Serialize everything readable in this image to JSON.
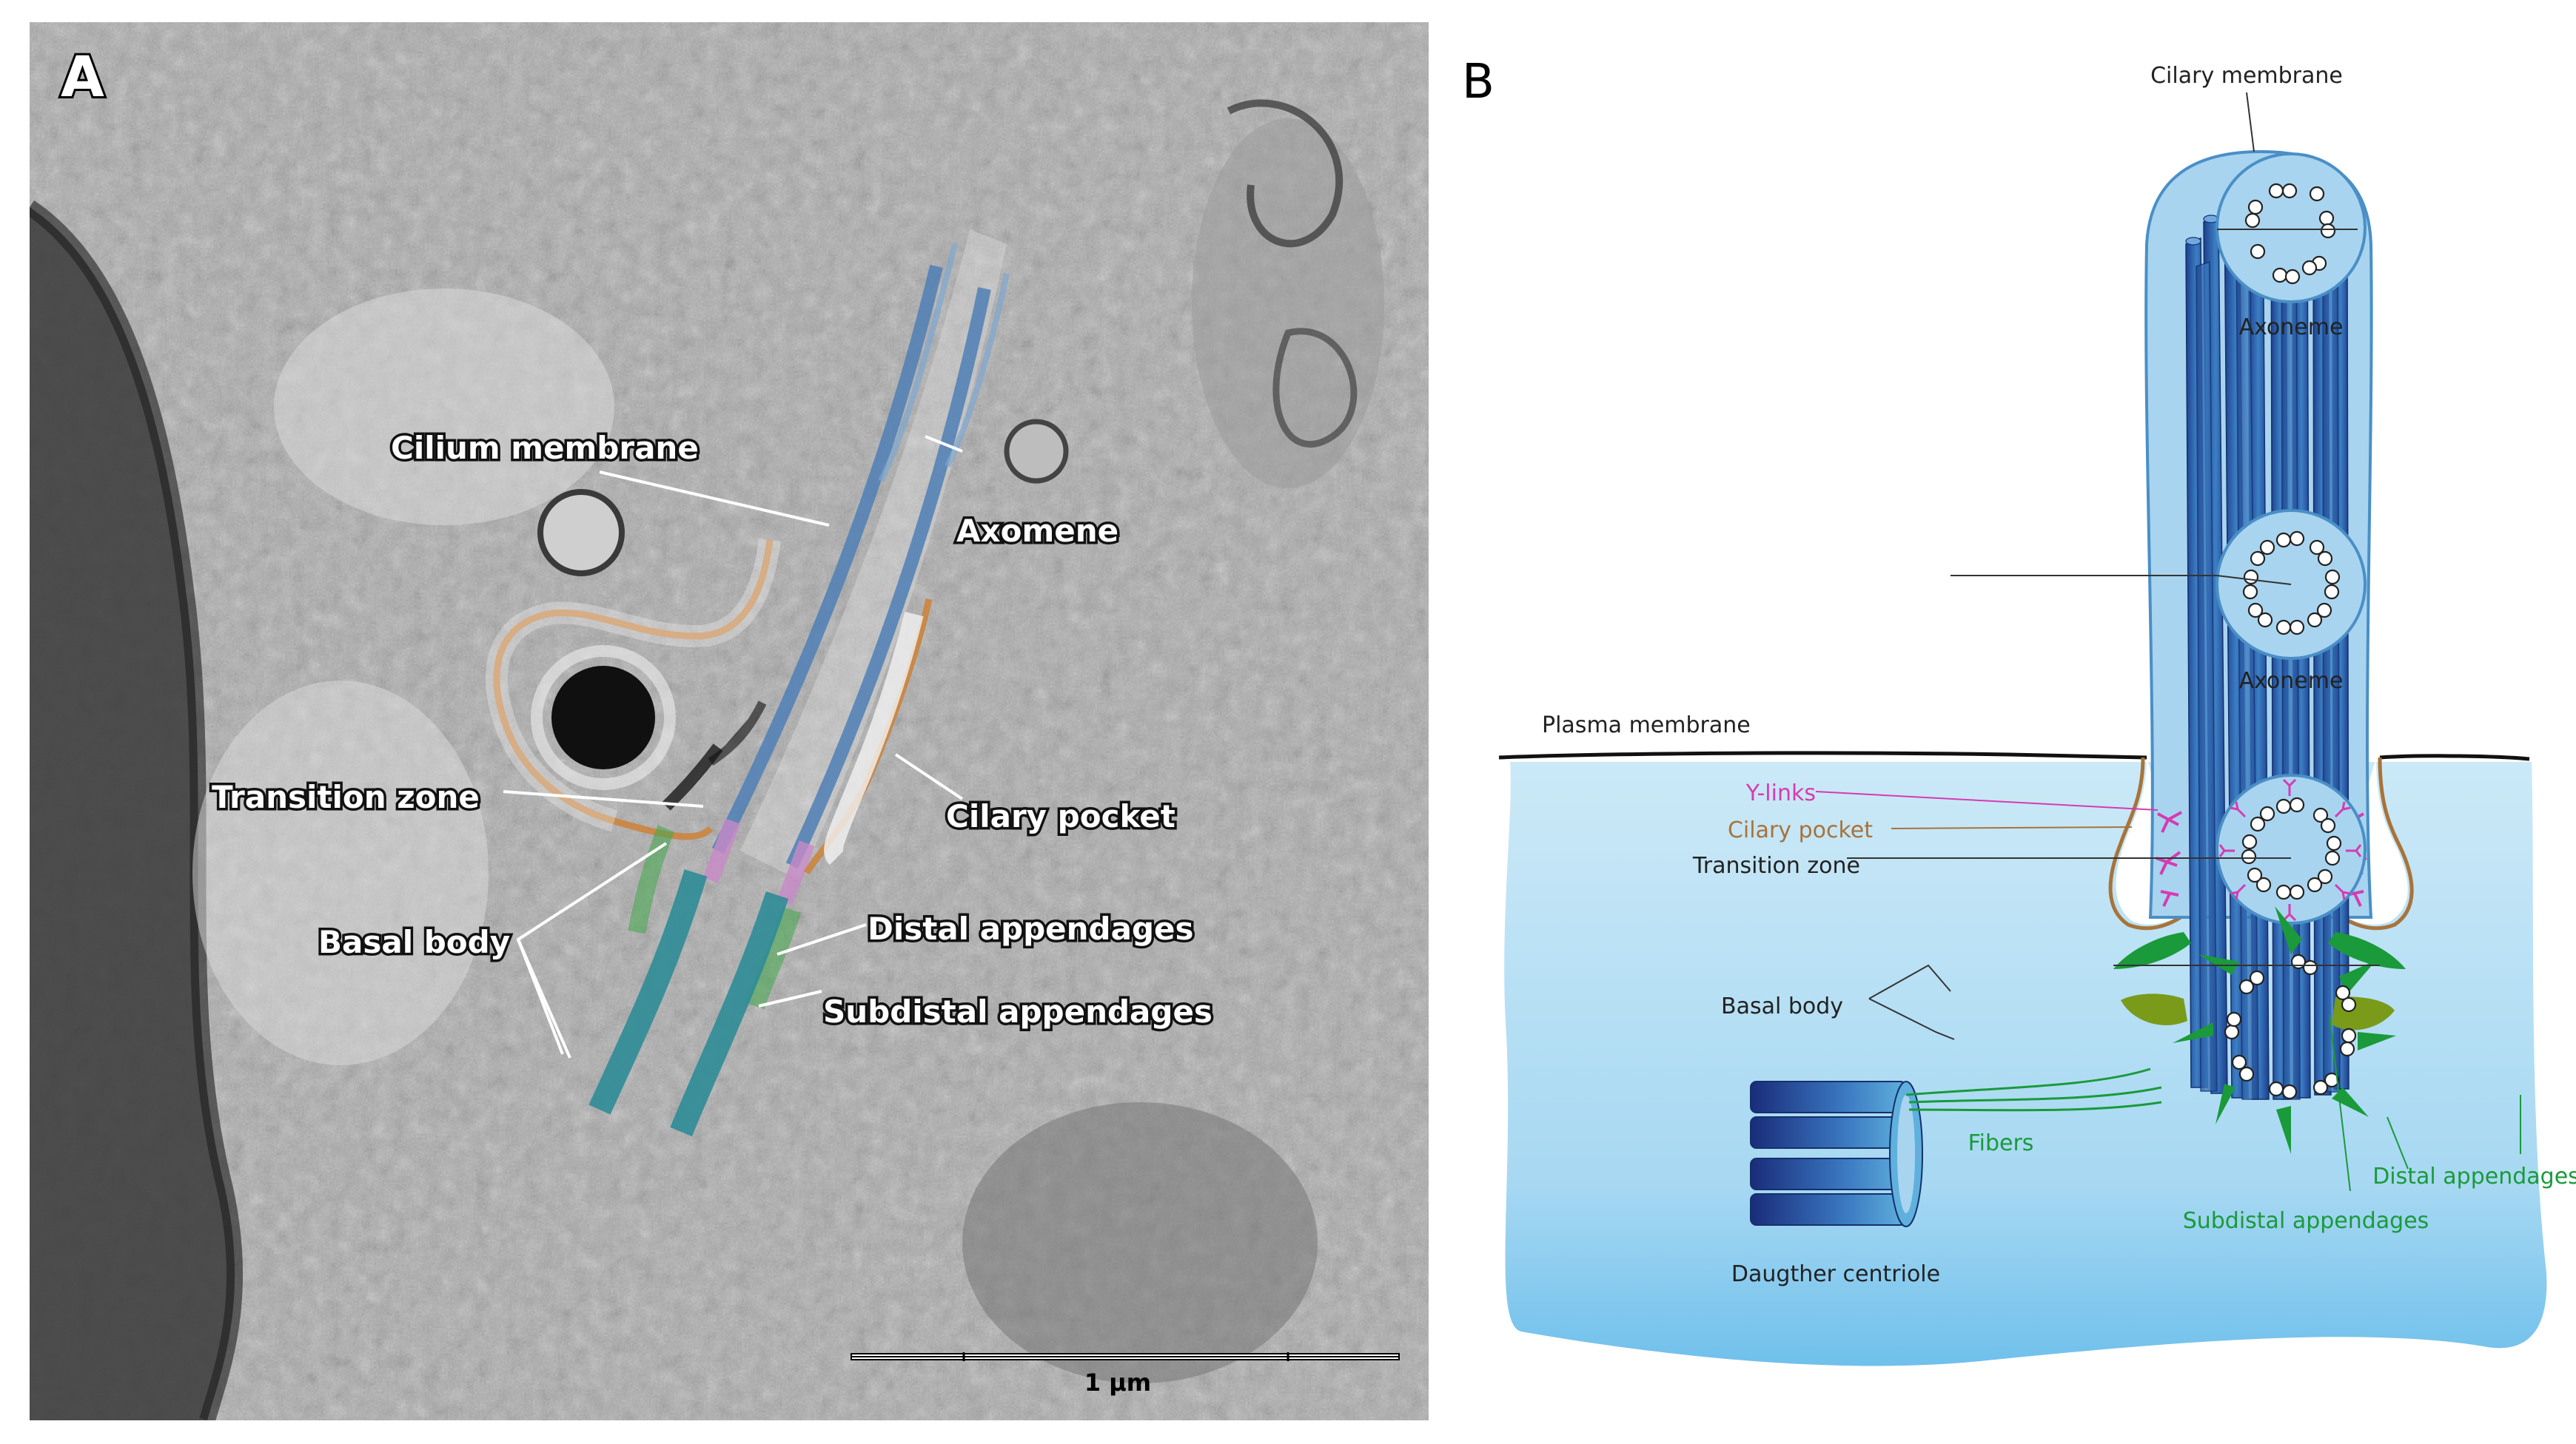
{
  "panel_a": {
    "letter": "A",
    "labels": {
      "cilium_membrane": "Cilium membrane",
      "axomene": "Axomene",
      "transition_zone": "Transition zone",
      "cilary_pocket": "Cilary pocket",
      "basal_body": "Basal body",
      "distal_appendages": "Distal appendages",
      "subdistal_appendages": "Subdistal appendages"
    },
    "scale_bar": "1 μm",
    "colors": {
      "axoneme": "#4f7fb5",
      "basal": "#2e8c97",
      "pocket": "#c8894a",
      "appendage": "#3fa84a",
      "transition": "#c88ac8"
    }
  },
  "panel_b": {
    "letter": "B",
    "labels": {
      "cilary_membrane": "Cilary membrane",
      "axoneme_top": "Axoneme",
      "axoneme_mid": "Axoneme",
      "plasma_membrane": "Plasma membrane",
      "y_links": "Y-links",
      "cilary_pocket": "Cilary pocket",
      "transition_zone": "Transition zone",
      "basal_body": "Basal body",
      "fibers": "Fibers",
      "daughter_centriole": "Daugther centriole",
      "distal_appendages": "Distal appendages",
      "subdistal_appendages": "Subdistal appendages"
    },
    "colors": {
      "cell": "#bfe3f5",
      "cilium": "#a8d4ef",
      "tubule": "#2f64a8",
      "ylink": "#d63bb1",
      "pocket": "#a8733a",
      "appendage": "#1a9a3a",
      "subdistal": "#7a9a1a",
      "membrane": "#111111"
    }
  }
}
